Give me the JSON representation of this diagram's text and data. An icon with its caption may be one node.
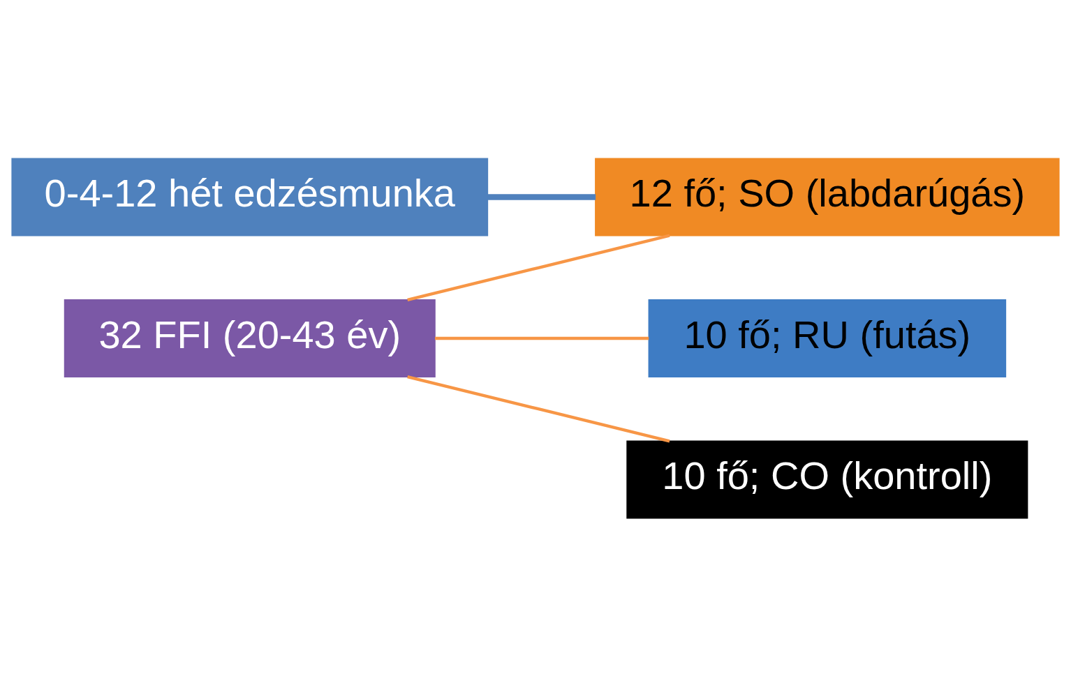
{
  "diagram": {
    "nodes": [
      {
        "text": [
          "32 FFI (20-43 év)"
        ]
      },
      {
        "text": [
          "12 fő; SO (labdarúgás)"
        ]
      },
      {
        "text": [
          "10 fő; RU (futás)"
        ]
      },
      {
        "text": [
          "10 fő; CO (kontroll)"
        ]
      },
      {
        "text": [
          "0-4-12 hét edzésmunka"
        ]
      }
    ],
    "edges": [
      {
        "from": 0,
        "to": 1,
        "arrow": "none"
      },
      {
        "from": 0,
        "to": 2,
        "arrow": "none"
      },
      {
        "from": 0,
        "to": 3,
        "arrow": "none"
      },
      {
        "from": 4,
        "to": 1,
        "arrow": "none",
        "style": "thick",
        "color": "#4f81bd"
      }
    ]
  }
}
